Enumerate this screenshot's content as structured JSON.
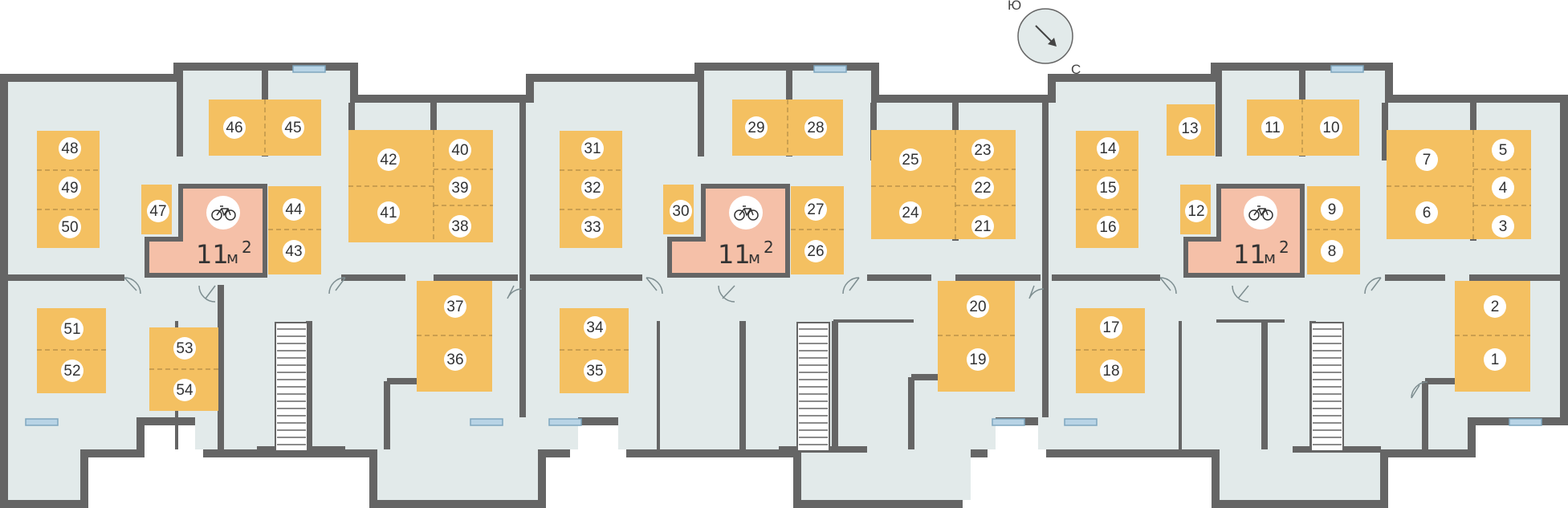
{
  "compass": {
    "south_label": "Ю",
    "north_label": "С"
  },
  "bike_rooms": [
    {
      "area_value": "11",
      "area_unit": "м",
      "area_sup": "2",
      "icon": "bicycle-icon"
    },
    {
      "area_value": "11",
      "area_unit": "м",
      "area_sup": "2",
      "icon": "bicycle-icon"
    },
    {
      "area_value": "11",
      "area_unit": "м",
      "area_sup": "2",
      "icon": "bicycle-icon"
    }
  ],
  "storage_units": [
    "1",
    "2",
    "3",
    "4",
    "5",
    "6",
    "7",
    "8",
    "9",
    "10",
    "11",
    "12",
    "13",
    "14",
    "15",
    "16",
    "17",
    "18",
    "19",
    "20",
    "21",
    "22",
    "23",
    "24",
    "25",
    "26",
    "27",
    "28",
    "29",
    "30",
    "31",
    "32",
    "33",
    "34",
    "35",
    "36",
    "37",
    "38",
    "39",
    "40",
    "41",
    "42",
    "43",
    "44",
    "45",
    "46",
    "47",
    "48",
    "49",
    "50",
    "51",
    "52",
    "53",
    "54"
  ],
  "colors": {
    "floor": "#e2eaea",
    "wall": "#656565",
    "storage": "#f4c061",
    "bike_room": "#f5c0a8"
  }
}
